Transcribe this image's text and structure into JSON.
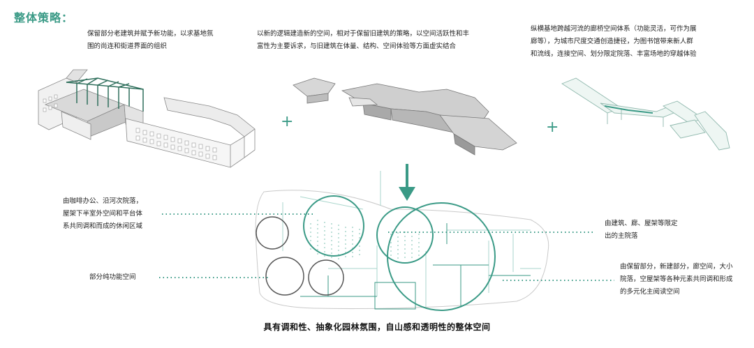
{
  "heading": "整体策略：",
  "strategies": [
    "保留部分老建筑并赋予新功能，以求基地氛围的尚连和街道界面的组织",
    "以新的逻辑建造新的空间，相对于保留旧建筑的策略，以空间活跃性和丰富性为主要诉求，与旧建筑在体量、结构、空间体验等方面虚实结合",
    "纵横基地跨越河流的廊桥空间体系（功能灵活，可作为展廊等），为城市尺度交通创造捷径，为图书馆带来新人群和流线，连接空间、划分限定院落、丰富场地的穿越体验"
  ],
  "strategy_lines": [
    [
      "保留部分老建筑并赋予新功能，以求基地氛",
      "围的尚连和街道界面的组织"
    ],
    [
      "以新的逻辑建造新的空间，相对于保留旧建筑的策略，以空间活跃性和丰",
      "富性为主要诉求，与旧建筑在体量、结构、空间体验等方面虚实结合"
    ],
    [
      "纵横基地跨越河流的廊桥空间体系（功能灵活，可作为展",
      "廊等），为城市尺度交通创造捷径，为图书馆带来新人群",
      "和流线，连接空间、划分限定院落、丰富场地的穿越体验"
    ]
  ],
  "plus_sign": "+",
  "annotations": {
    "left_top": [
      "由咖啡办公、沿河次院落，",
      "屋架下半室外空间和平台体",
      "系共同调和而成的休闲区域"
    ],
    "left_bottom": [
      "部分纯功能空间"
    ],
    "right_top": [
      "由建筑、廊、屋架等限定",
      "出的主院落"
    ],
    "right_bottom": [
      "由保留部分，新建部分，廊空间，大小",
      "院落，空屋架等各种元素共同调和形成",
      "的多元化主阅读空间"
    ]
  },
  "caption": "具有调和性、抽象化园林氛围，自山感和透明性的整体空间",
  "colors": {
    "accent": "#3a9a86",
    "circle_dark": "#555555",
    "line_light": "#a9d6cc"
  }
}
